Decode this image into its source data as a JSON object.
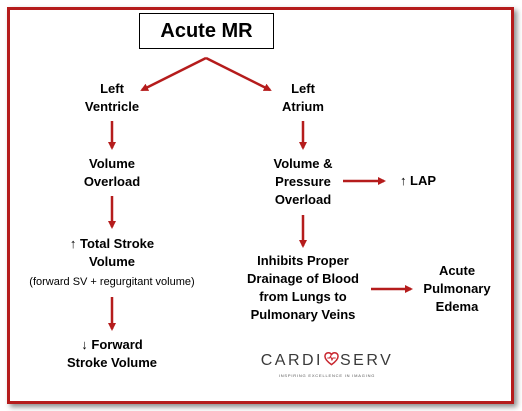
{
  "title": "Acute MR",
  "left_branch": {
    "ventricle": [
      "Left",
      "Ventricle"
    ],
    "volume_overload": [
      "Volume",
      "Overload"
    ],
    "total_stroke_volume": [
      "↑ Total Stroke",
      "Volume"
    ],
    "sv_note": "(forward SV + regurgitant volume)",
    "forward_stroke_volume": [
      "↓ Forward",
      "Stroke Volume"
    ]
  },
  "right_branch": {
    "atrium": [
      "Left",
      "Atrium"
    ],
    "volume_pressure_overload": [
      "Volume &",
      "Pressure",
      "Overload"
    ],
    "lap": "↑ LAP",
    "inhibits_drainage": [
      "Inhibits Proper",
      "Drainage of Blood",
      "from Lungs to",
      "Pulmonary Veins"
    ],
    "acute_edema": [
      "Acute",
      "Pulmonary",
      "Edema"
    ]
  },
  "logo": {
    "word_left": "CARDI",
    "word_right": "SERV",
    "tagline": "INSPIRING EXCELLENCE IN IMAGING",
    "icon": "heart-icon"
  },
  "colors": {
    "border": "#b51c1c",
    "arrow": "#b51c1c",
    "logo_heart": "#c8262e"
  }
}
